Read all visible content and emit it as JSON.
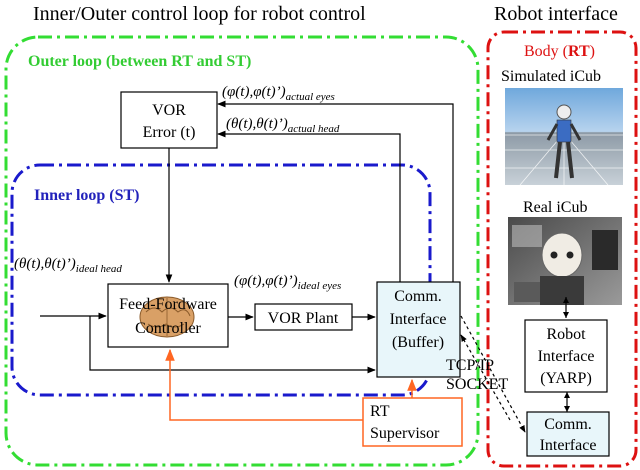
{
  "header": {
    "left_title": "Inner/Outer control loop for robot control",
    "right_title": "Robot interface"
  },
  "outer_loop": {
    "label": "Outer loop (between RT and ST)"
  },
  "inner_loop": {
    "label": "Inner loop (ST)"
  },
  "body": {
    "label_prefix": "Body (",
    "label_rt": "RT",
    "label_suffix": ")"
  },
  "simulated_icub": {
    "label": "Simulated iCub"
  },
  "real_icub": {
    "label": "Real iCub"
  },
  "vor_error": {
    "line1": "VOR",
    "line2": "Error (t)"
  },
  "feedforward": {
    "line1": "Feed-Fordware",
    "line2": "Controller"
  },
  "vor_plant": {
    "label": "VOR Plant"
  },
  "comm_buffer": {
    "line1": "Comm.",
    "line2": "Interface",
    "line3": "(Buffer)"
  },
  "robot_interface": {
    "line1": "Robot",
    "line2": "Interface",
    "line3": "(YARP)"
  },
  "comm_interface": {
    "line1": "Comm.",
    "line2": "Interface"
  },
  "rt_supervisor": {
    "line1": "RT",
    "line2": "Supervisor"
  },
  "tcp": {
    "line1": "TCP/IP",
    "line2": "SOCKET"
  },
  "signals": {
    "actual_eyes": {
      "main": "(φ(t),φ(t)’)",
      "sub": "actual eyes"
    },
    "actual_head": {
      "main": "(θ(t),θ(t)’)",
      "sub": "actual head"
    },
    "ideal_head": {
      "main": "(θ(t),θ(t)’)",
      "sub": "ideal head"
    },
    "ideal_eyes": {
      "main": "(φ(t),φ(t)’)",
      "sub": "ideal eyes"
    }
  },
  "colors": {
    "outer_loop": "#33dd33",
    "inner_loop": "#1a1acc",
    "robot_body": "#dd1111",
    "supervisor": "#ff6622",
    "buffer_fill": "#e8f6fa"
  },
  "icons": {
    "brain": "brain-icon",
    "simulated_robot": "simulated-icub-image",
    "real_robot": "real-icub-image"
  }
}
